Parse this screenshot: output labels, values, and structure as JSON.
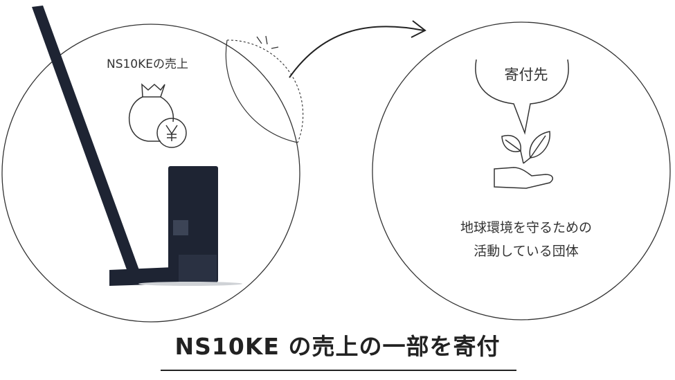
{
  "left_circle": {
    "label": "NS10KEの売上"
  },
  "right_circle": {
    "heading": "寄付先",
    "description_line1": "地球環境を守るための",
    "description_line2": "活動している団体"
  },
  "caption": "NS10KE の売上の一部を寄付",
  "icons": [
    "money-bag-yen-icon",
    "plant-hand-icon",
    "arrow-icon",
    "vacuum-cleaner-image"
  ],
  "colors": {
    "line": "#333333",
    "product": "#1e2433"
  }
}
